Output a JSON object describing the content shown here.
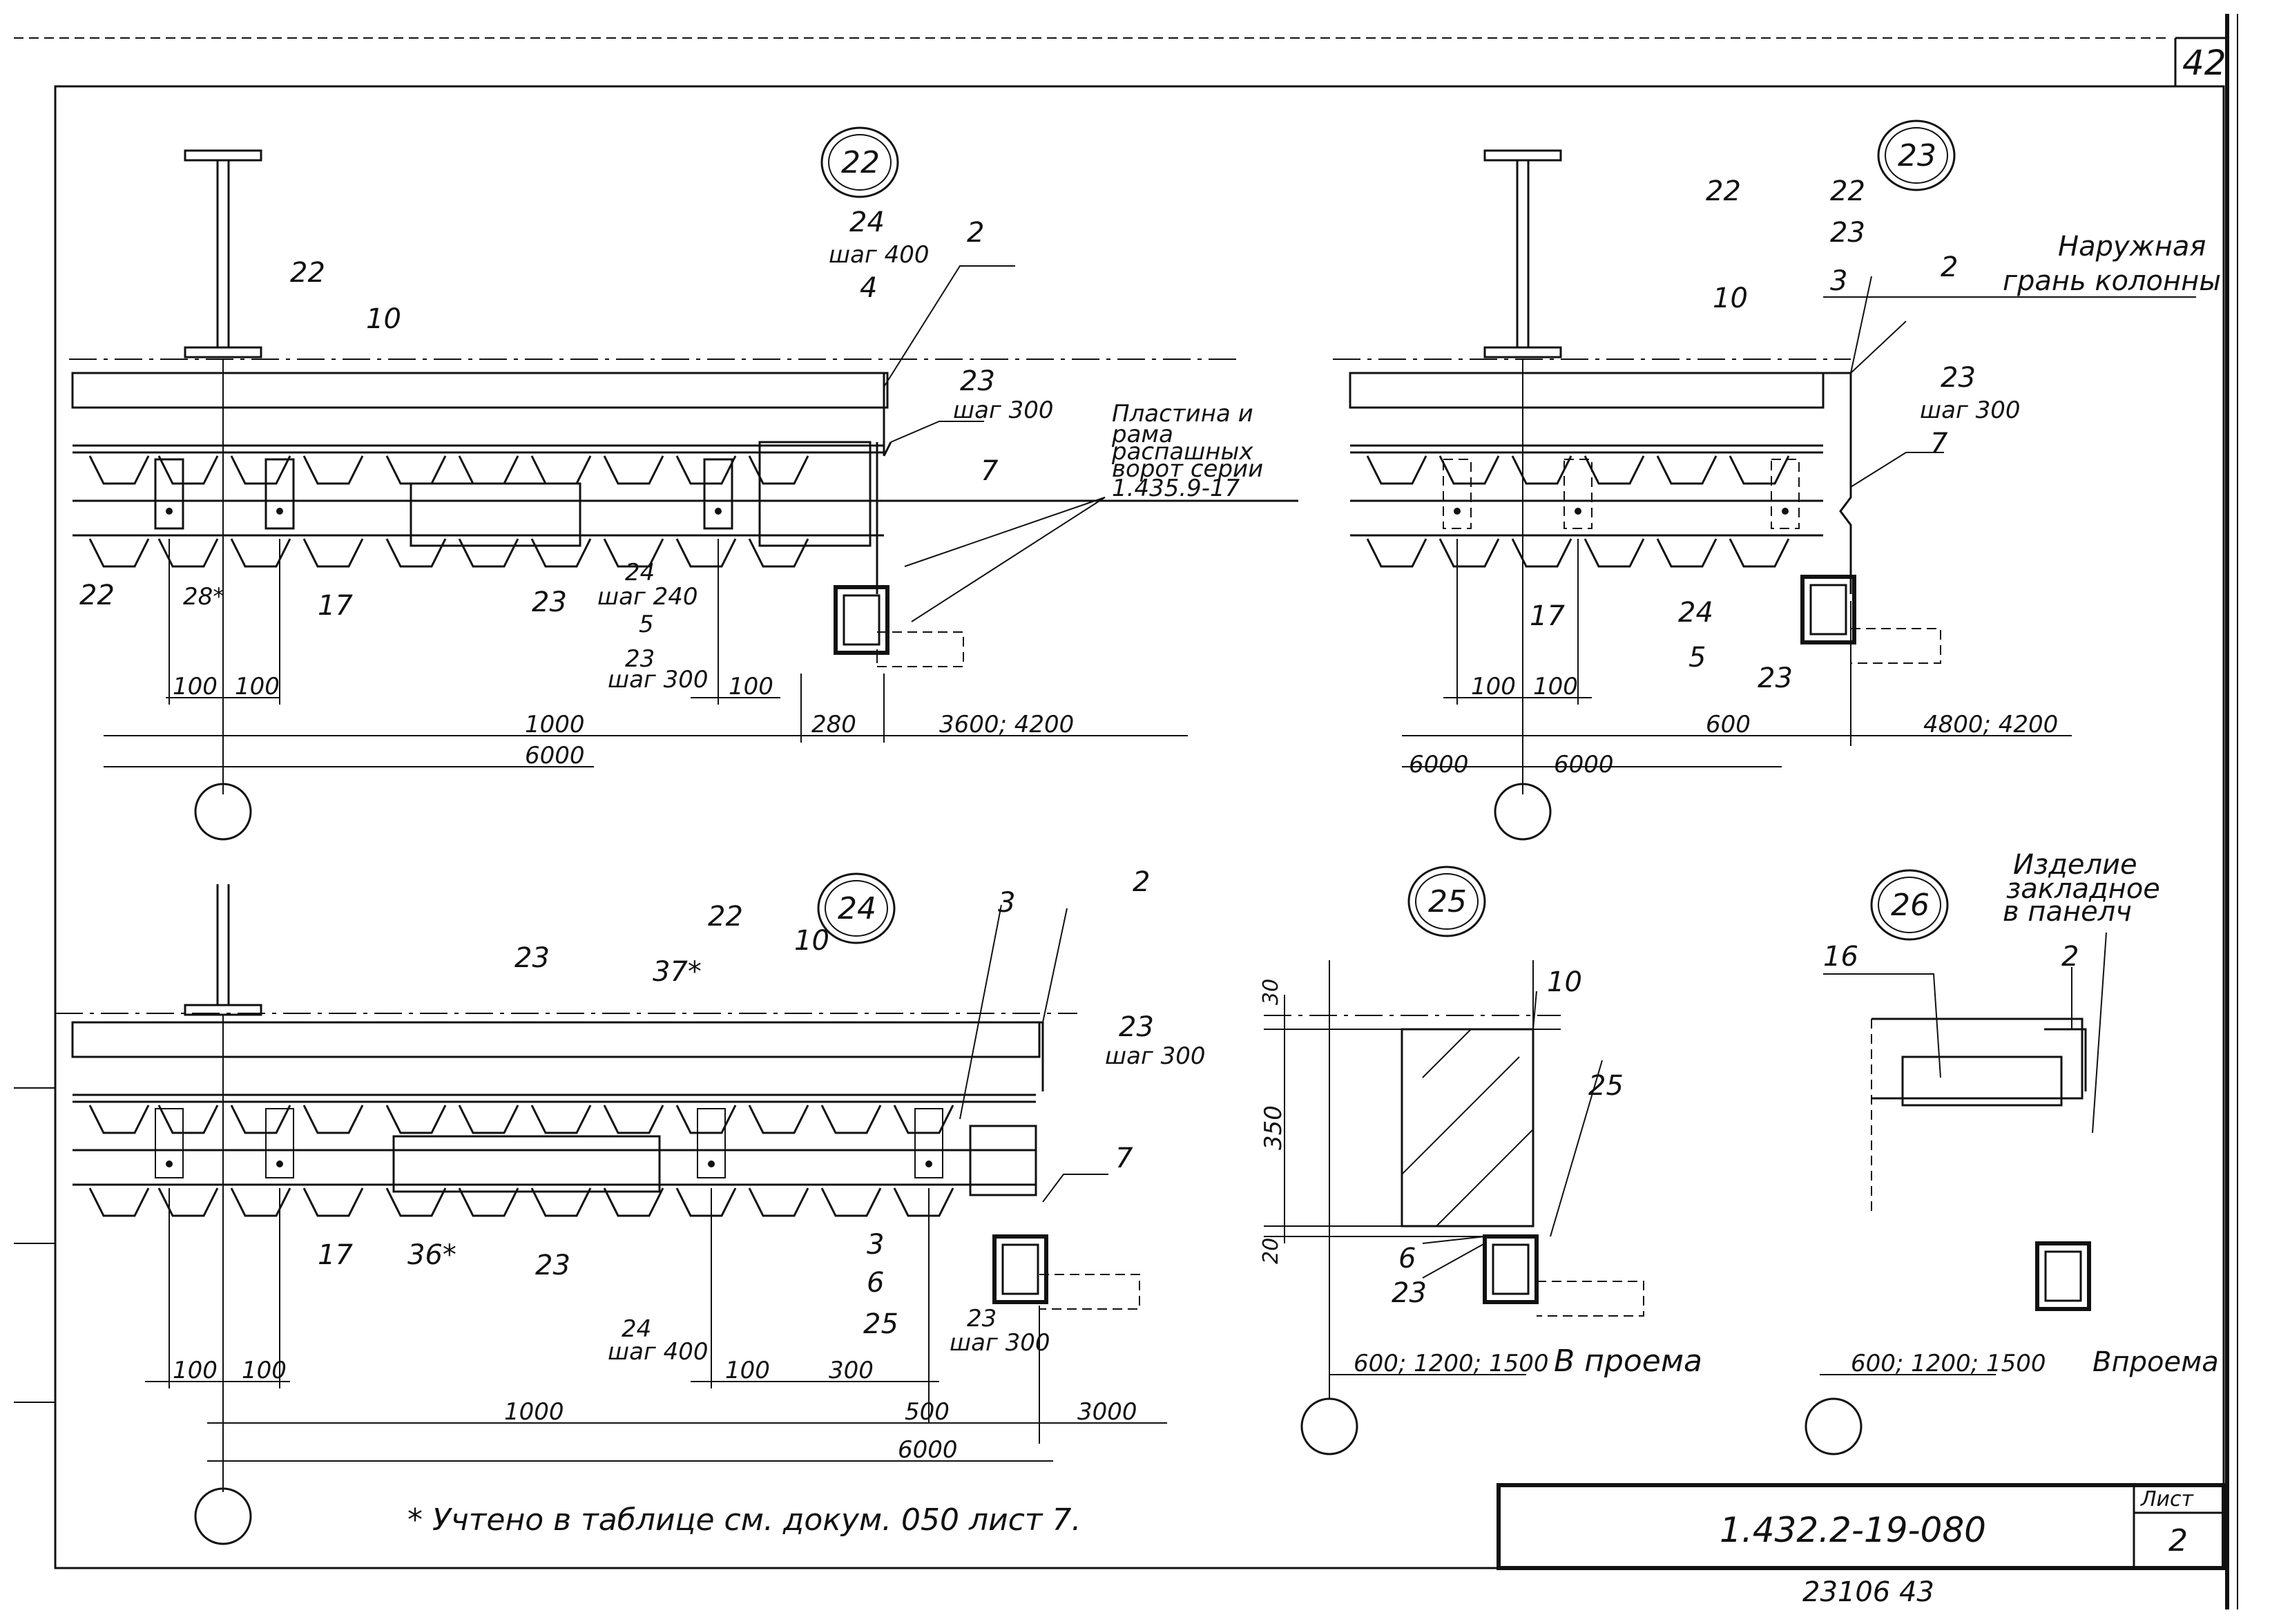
{
  "sheet": {
    "page_number": "42",
    "footnote": "* Учтено в таблице см. докум. 050 лист 7.",
    "title_block": {
      "doc_code": "1.432.2-19-080",
      "sheet_label": "Лист",
      "sheet_number": "2"
    },
    "bottom_stamp": "23106   43"
  },
  "detail_22": {
    "marker": "22",
    "labels": {
      "pos_22_top": "22",
      "pos_10": "10",
      "pos_24": "24",
      "pitch_400": "шаг 400",
      "pos_4": "4",
      "pos_2": "2",
      "pos_23_right": "23",
      "pitch_300_right": "шаг 300",
      "pos_7": "7",
      "note_plate": "Пластина и",
      "note_frame": "рама",
      "note_sliding": "распашных",
      "note_gates": "ворот серии",
      "note_series": "1.435.9-17",
      "pos_22_bottom": "22",
      "pos_28": "28*",
      "pos_17": "17",
      "pos_23_mid": "23",
      "pos_24_b": "24",
      "pitch_240": "шаг 240",
      "pos_5": "5",
      "pos_23_b": "23",
      "pitch_300_b": "шаг 300"
    },
    "dims": {
      "d100a": "100",
      "d100b": "100",
      "d100c": "100",
      "d1000": "1000",
      "d280": "280",
      "d_span": "3600; 4200",
      "d6000": "6000"
    }
  },
  "detail_23": {
    "marker": "23",
    "labels": {
      "outer_face_1": "Наружная",
      "outer_face_2": "грань колонны",
      "pos_22a": "22",
      "pos_22b": "22",
      "pos_10": "10",
      "pos_23": "23",
      "pos_3": "3",
      "pos_2": "2",
      "pos_23_r": "23",
      "pitch_300": "шаг 300",
      "pos_7": "7",
      "pos_17": "17",
      "pos_24": "24",
      "pos_5": "5",
      "pos_23_b": "23"
    },
    "dims": {
      "d100a": "100",
      "d100b": "100",
      "d600": "600",
      "d_span": "4800; 4200",
      "d6000a": "6000",
      "d6000b": "6000"
    }
  },
  "detail_24": {
    "marker": "24",
    "labels": {
      "pos_23": "23",
      "pos_37": "37*",
      "pos_22": "22",
      "pos_10": "10",
      "pos_3": "3",
      "pos_2": "2",
      "pos_23_r": "23",
      "pitch_300_r": "шаг 300",
      "pos_7": "7",
      "pos_17": "17",
      "pos_36": "36*",
      "pos_23_b": "23",
      "pos_24": "24",
      "pitch_400": "шаг 400",
      "pos_3b": "3",
      "pos_6": "6",
      "pos_25": "25",
      "pos_23_c": "23",
      "pitch_300_c": "шаг 300"
    },
    "dims": {
      "d100a": "100",
      "d100b": "100",
      "d100c": "100",
      "d300": "300",
      "d1000": "1000",
      "d500": "500",
      "d3000": "3000",
      "d6000": "6000"
    }
  },
  "detail_25": {
    "marker": "25",
    "labels": {
      "pos_10": "10",
      "pos_25": "25",
      "pos_6": "6",
      "pos_23": "23",
      "in_opening": "В проема"
    },
    "dims": {
      "d30": "30",
      "d350": "350",
      "d20": "20",
      "d_width": "600; 1200; 1500"
    }
  },
  "detail_26": {
    "marker": "26",
    "labels": {
      "embed_1": "Изделие",
      "embed_2": "закладное",
      "embed_3": "в панелч",
      "pos_16": "16",
      "pos_2": "2",
      "in_opening": "Впроема"
    },
    "dims": {
      "d_width": "600; 1200; 1500"
    }
  }
}
